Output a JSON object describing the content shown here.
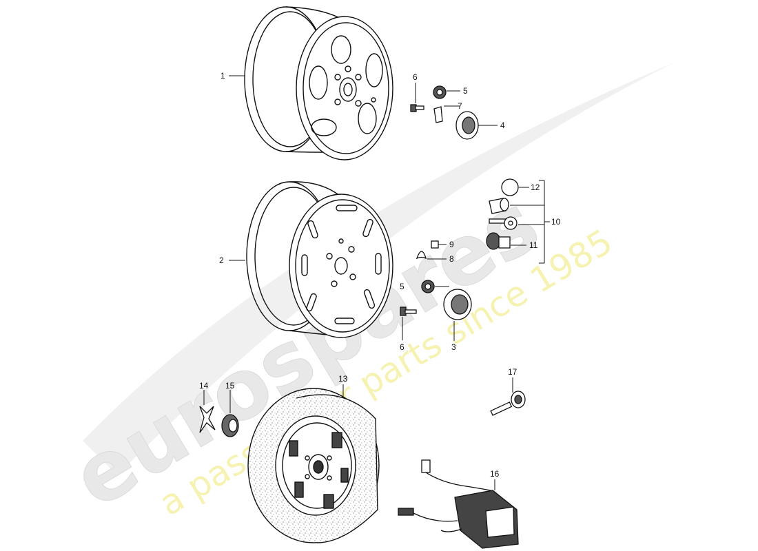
{
  "watermark": {
    "brand": "eurospares",
    "tagline": "a passion for parts since 1985",
    "brand_color": "#e8e8e8",
    "tagline_color": "#f0ec9c"
  },
  "callouts": {
    "c1": "1",
    "c2": "2",
    "c3": "3",
    "c4": "4",
    "c5a": "5",
    "c5b": "5",
    "c6a": "6",
    "c6b": "6",
    "c7": "7",
    "c8": "8",
    "c9": "9",
    "c10": "10",
    "c11": "11",
    "c12": "12",
    "c13": "13",
    "c14": "14",
    "c15": "15",
    "c16": "16",
    "c17": "17"
  },
  "colors": {
    "line": "#111111",
    "tire_speckle": "#555555"
  }
}
